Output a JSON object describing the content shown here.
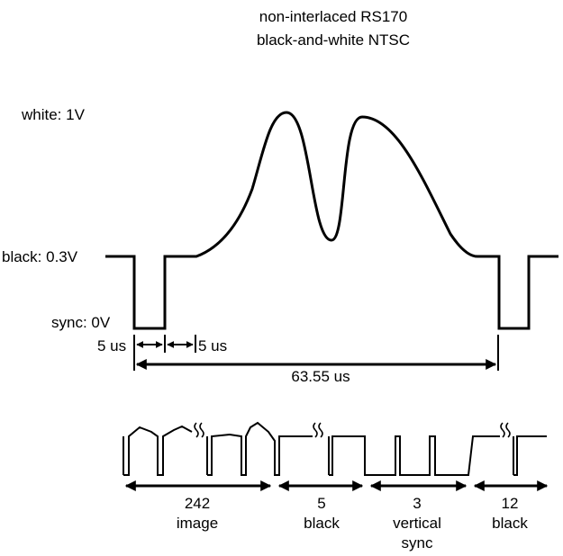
{
  "title": {
    "line1": "non-interlaced RS170",
    "line2": "black-and-white NTSC"
  },
  "levels": {
    "white": "white: 1V",
    "black": "black:  0.3V",
    "sync": "sync: 0V"
  },
  "timing": {
    "front": "5 us",
    "back": "5 us",
    "line": "63.55 us"
  },
  "frame": [
    {
      "count": "242",
      "label": "image"
    },
    {
      "count": "5",
      "label": "black"
    },
    {
      "count": "3",
      "label": "vertical",
      "label2": "sync"
    },
    {
      "count": "12",
      "label": "black"
    }
  ],
  "colors": {
    "ink": "#000000",
    "background": "#ffffff"
  }
}
